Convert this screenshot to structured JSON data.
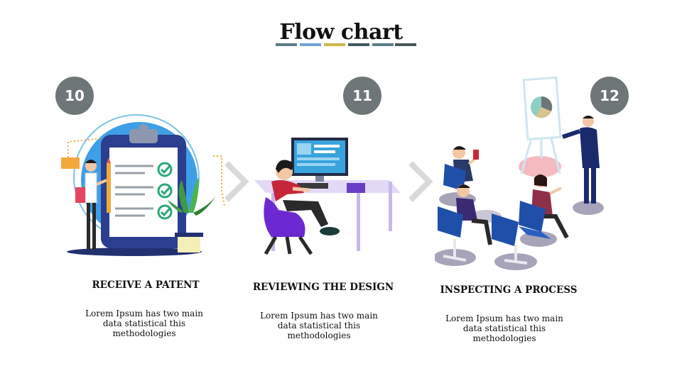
{
  "title": "Flow chart",
  "title_bar_colors": [
    "#5b7d87",
    "#6fa3d6",
    "#c9b94a",
    "#3f5960",
    "#5b7d87",
    "#4a5658"
  ],
  "steps": [
    {
      "number": "10",
      "title": "RECEIVE A PATENT",
      "desc": "Lorem Ipsum has two main data statistical this methodologies"
    },
    {
      "number": "11",
      "title": "REVIEWING THE DESIGN",
      "desc": "Lorem Ipsum has two main data statistical this methodologies"
    },
    {
      "number": "12",
      "title": "INSPECTING A PROCESS",
      "desc": "Lorem Ipsum has two main data statistical this methodologies"
    }
  ],
  "icons": {
    "step1": "clipboard-checklist-illustration",
    "step2": "computer-desk-illustration",
    "step3": "presentation-meeting-illustration",
    "arrow": "chevron-right-icon"
  },
  "colors": {
    "badge": "#6f7677",
    "chevron": "#d9d9d9"
  }
}
